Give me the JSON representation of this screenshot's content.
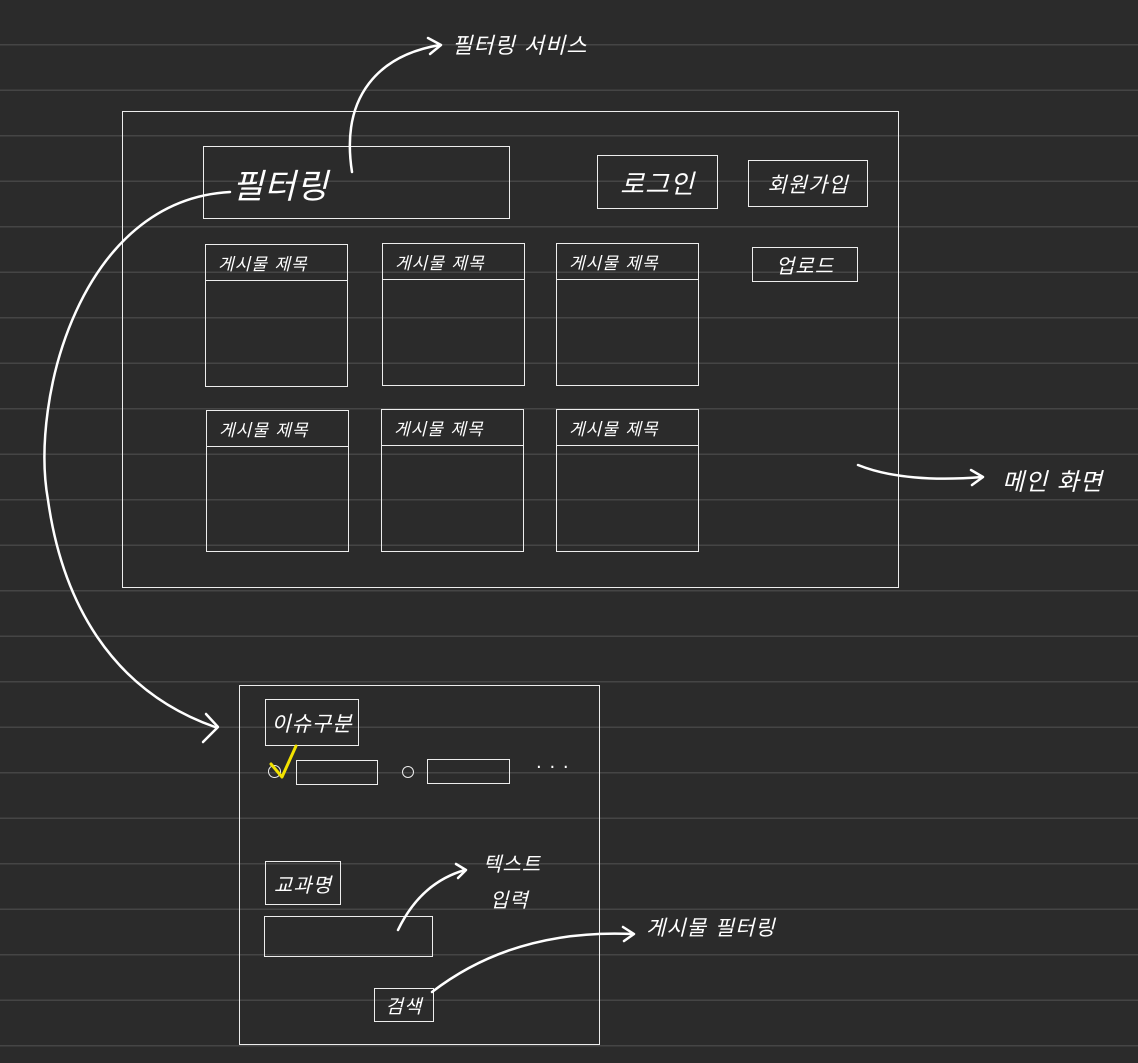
{
  "main": {
    "filter_label": "필터링",
    "login_label": "로그인",
    "signup_label": "회원가입",
    "upload_label": "업로드",
    "cards": [
      {
        "title": "게시물 제목"
      },
      {
        "title": "게시물 제목"
      },
      {
        "title": "게시물 제목"
      },
      {
        "title": "게시물 제목"
      },
      {
        "title": "게시물 제목"
      },
      {
        "title": "게시물 제목"
      }
    ]
  },
  "filter_panel": {
    "issue_label": "이슈구분",
    "more": ". . .",
    "course_label": "교과명",
    "search_label": "검색"
  },
  "annotations": {
    "filter_service": "필터링 서비스",
    "main_screen": "메인 화면",
    "text_input_line1": "텍스트",
    "text_input_line2": "입력",
    "post_filtering": "게시물 필터링"
  },
  "colors": {
    "background": "#2b2b2b",
    "stroke": "#ededed",
    "check": "#f2e200"
  }
}
